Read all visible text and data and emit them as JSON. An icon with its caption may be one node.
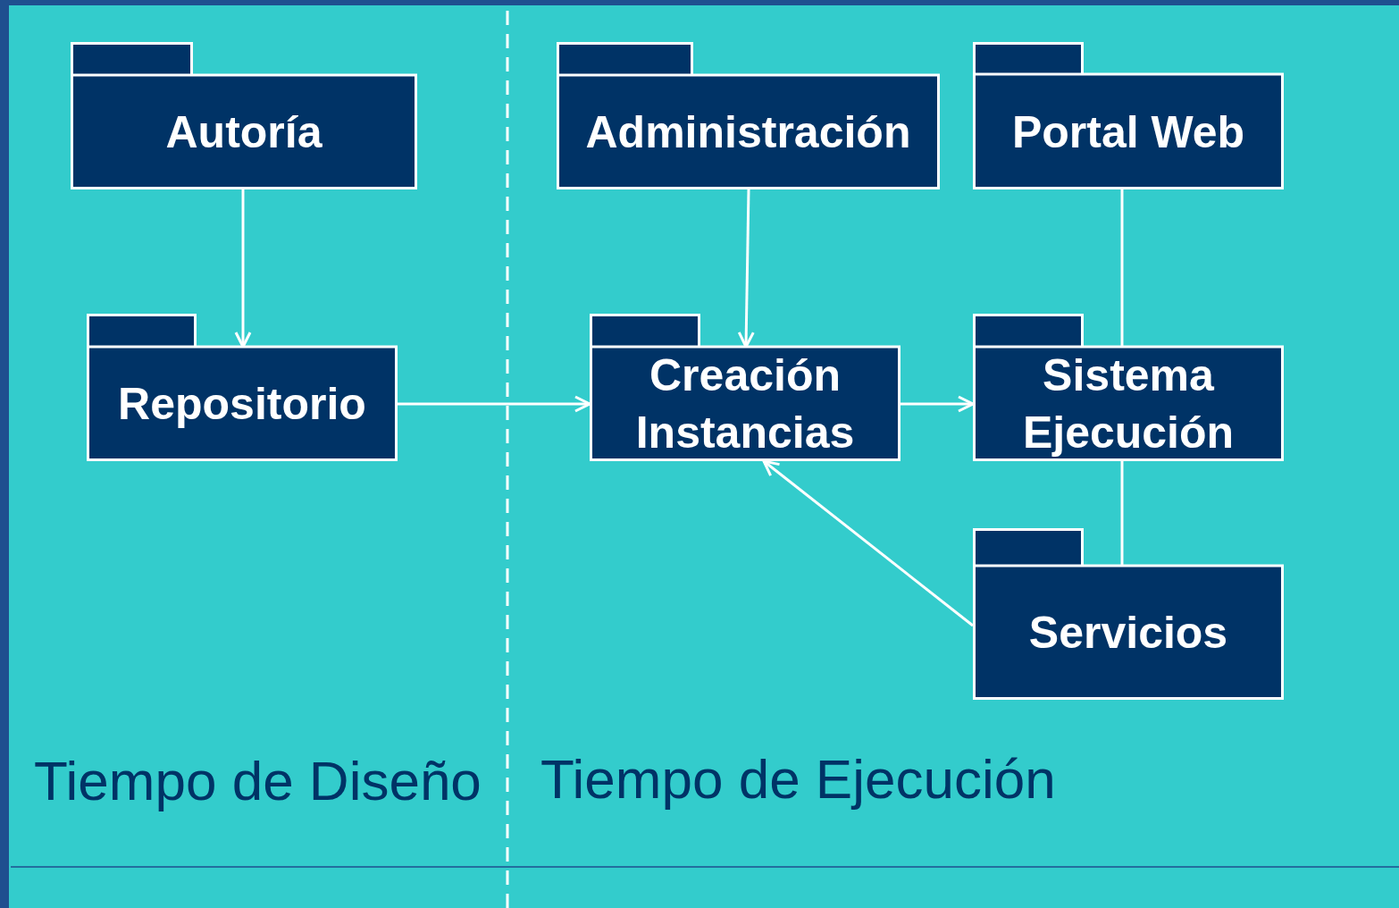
{
  "diagram": {
    "nodes": [
      {
        "text": [
          "Autoría"
        ]
      },
      {
        "text": [
          "Repositorio"
        ]
      },
      {
        "text": [
          "Administración"
        ]
      },
      {
        "text": [
          "Creación Instancias"
        ]
      },
      {
        "text": [
          "Portal Web"
        ]
      },
      {
        "text": [
          "Sistema Ejecución"
        ]
      },
      {
        "text": [
          "Servicios"
        ]
      }
    ],
    "edges": [
      {
        "from": 0,
        "to": 1,
        "arrow": "to"
      },
      {
        "from": 1,
        "to": 3,
        "arrow": "to"
      },
      {
        "from": 2,
        "to": 3,
        "arrow": "to"
      },
      {
        "from": 3,
        "to": 5,
        "arrow": "to"
      },
      {
        "from": 4,
        "to": 5,
        "arrow": "none"
      },
      {
        "from": 5,
        "to": 6,
        "arrow": "none"
      },
      {
        "from": 6,
        "to": 3,
        "arrow": "to"
      }
    ],
    "labels": [
      "Tiempo de Diseño",
      "Tiempo de Ejecución"
    ]
  }
}
